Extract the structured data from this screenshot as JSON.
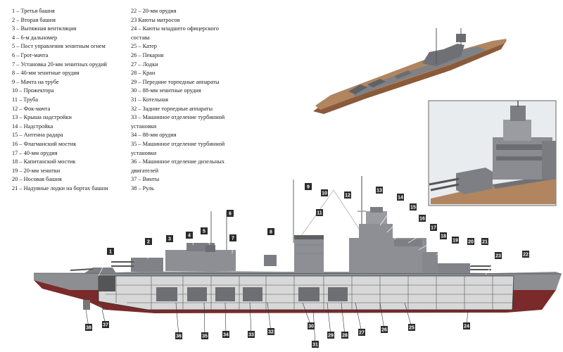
{
  "legend_col1": [
    "1 – Третья башня",
    "2 – Вторая башня",
    "3 – Вытяжная вентиляция",
    "4 – 6-м дальномер",
    "5 – Пост управления зенитным огнем",
    "6 – Грот-мачта",
    "7 – Установка 20-мм зенитных орудий",
    "8 – 40-мм зенитные орудия",
    "9 – Мачта на трубе",
    "10 – Прожектора",
    "11 – Труба",
    "12 – Фок-мачта",
    "13 – Крыша надстройки",
    "14 – Надстройка",
    "15 – Антенна радара",
    "16 – Флагманский мостик",
    "17 – 40-мм орудия",
    "18 – Капитанский мостик",
    "19 – 20-мм зенитки",
    "20 – Носовая башня",
    "21 – Надувные лодки на бортах башни"
  ],
  "legend_col2": [
    "22 – 20-мм орудия",
    "23 Каюты матросов",
    "24 – Каюты младшего офицерского состава",
    "25 – Катер",
    "26 – Пекарня",
    "27 – Лодки",
    "28 – Кран",
    "29 – Передние торпедные аппараты",
    "30 – 88-мм зенитные орудия",
    "31 – Котельная",
    "32 – Задние торпедные аппараты",
    "33 – Машинное отделение турбинной установки",
    "34 – 88-мм орудия",
    "35 – Машинное отделение турбинной установки",
    "36 – Машинное отделение дизельных двигателей",
    "37 – Винты",
    "38 – Руль"
  ],
  "callouts": [
    "1",
    "2",
    "3",
    "4",
    "5",
    "6",
    "7",
    "8",
    "9",
    "10",
    "11",
    "12",
    "13",
    "14",
    "15",
    "16",
    "17",
    "18",
    "19",
    "20",
    "21",
    "22",
    "23",
    "24",
    "25",
    "26",
    "27",
    "28",
    "29",
    "30",
    "31",
    "32",
    "33",
    "34",
    "35",
    "36",
    "37",
    "38"
  ],
  "colors": {
    "hull_gray": "#8c8e92",
    "hull_red": "#7a2a2a",
    "deck": "#a97e56",
    "callout_bg": "#2b2b2b"
  }
}
